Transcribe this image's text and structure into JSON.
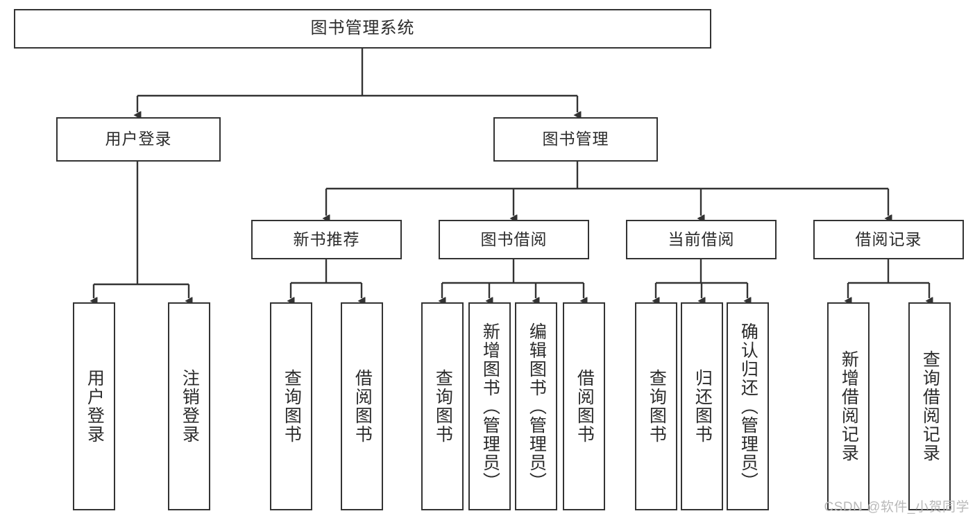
{
  "diagram": {
    "title": "图书管理系统",
    "watermark": "CSDN @软件_小贺同学",
    "line_color": "#333333",
    "background_color": "#ffffff",
    "text_color": "#2b2b2b",
    "levels": {
      "root": {
        "label": "图书管理系统"
      },
      "level2": [
        {
          "label": "用户登录"
        },
        {
          "label": "图书管理"
        }
      ],
      "level3": [
        {
          "label": "新书推荐"
        },
        {
          "label": "图书借阅"
        },
        {
          "label": "当前借阅"
        },
        {
          "label": "借阅记录"
        }
      ],
      "leaves": {
        "user_login": [
          {
            "label": "用户登录"
          },
          {
            "label": "注销登录"
          }
        ],
        "new_book_recommend": [
          {
            "label": "查询图书"
          },
          {
            "label": "借阅图书"
          }
        ],
        "book_borrow": [
          {
            "label": "查询图书"
          },
          {
            "label": "新增图书（管理员）"
          },
          {
            "label": "编辑图书（管理员）"
          },
          {
            "label": "借阅图书"
          }
        ],
        "current_borrow": [
          {
            "label": "查询图书"
          },
          {
            "label": "归还图书"
          },
          {
            "label": "确认归还（管理员）"
          }
        ],
        "borrow_record": [
          {
            "label": "新增借阅记录"
          },
          {
            "label": "查询借阅记录"
          }
        ]
      }
    }
  }
}
